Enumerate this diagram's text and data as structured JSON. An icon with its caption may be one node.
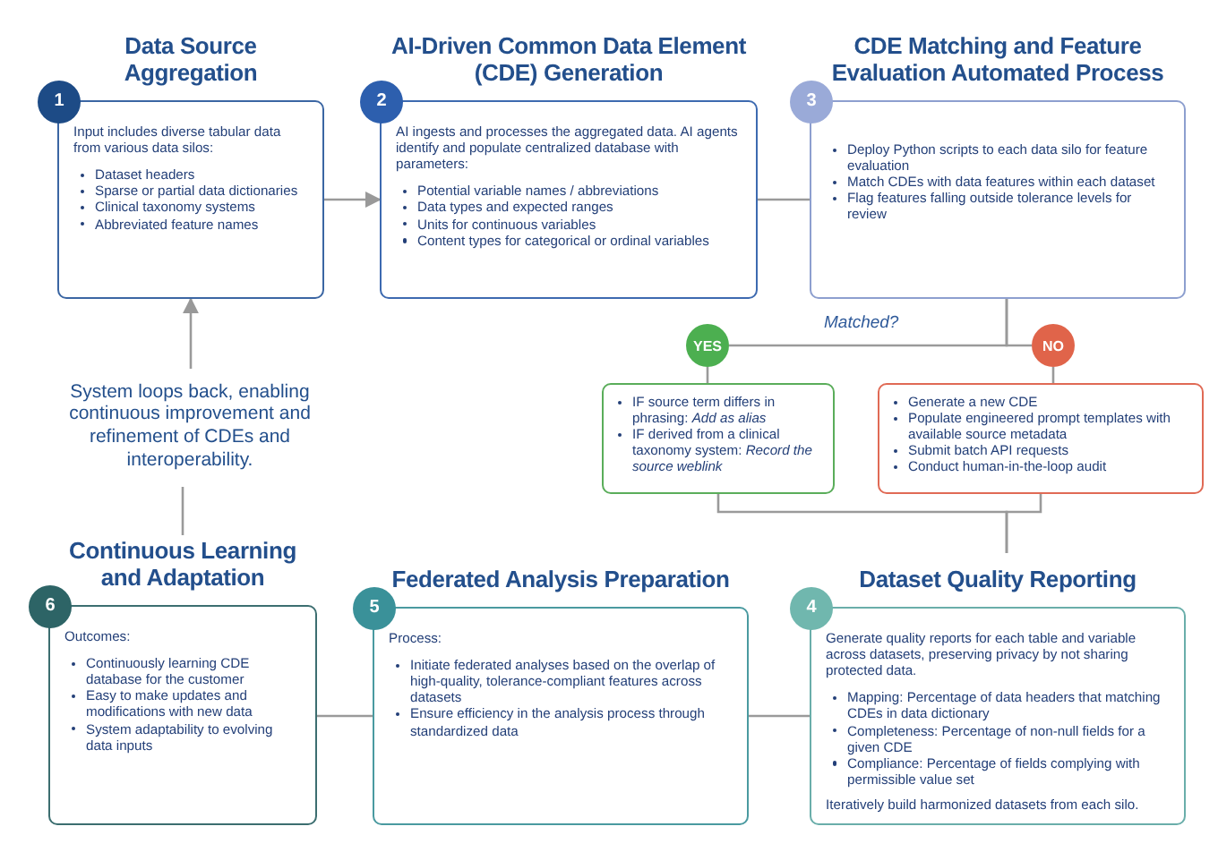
{
  "diagram": {
    "nodes": [
      {
        "text": [
          "Data Source Aggregation",
          "1",
          "Input includes diverse tabular data from various data silos:",
          "Dataset headers",
          "Sparse or partial data dictionaries",
          "Clinical taxonomy systems",
          "Abbreviated feature names"
        ]
      },
      {
        "text": [
          "AI-Driven Common Data Element (CDE) Generation",
          "2",
          "AI ingests and processes the aggregated data. AI agents identify and populate centralized database with parameters:",
          "Potential variable names / abbreviations",
          "Data types and expected ranges",
          "Units for continuous variables",
          "Content types for categorical or ordinal variables"
        ]
      },
      {
        "text": [
          "CDE Matching and Feature Evaluation Automated Process",
          "3",
          "Deploy Python scripts to each data silo for feature evaluation",
          "Match CDEs with data features within each dataset",
          "Flag features falling outside tolerance levels for review"
        ]
      },
      {
        "text": [
          "YES"
        ]
      },
      {
        "text": [
          "NO"
        ]
      },
      {
        "text": [
          "IF source term differs in phrasing: *Add as alias*",
          "IF derived from a clinical taxonomy system: *Record the source weblink*"
        ]
      },
      {
        "text": [
          "Generate a new CDE",
          "Populate engineered prompt templates with available source metadata",
          "Submit batch API requests",
          "Conduct human-in-the-loop audit"
        ]
      },
      {
        "text": [
          "System loops back, enabling continuous improvement and refinement of CDEs and interoperability."
        ]
      },
      {
        "text": [
          "Continuous Learning and Adaptation",
          "6",
          "Outcomes:",
          "Continuously learning CDE database for the customer",
          "Easy to make updates and modifications with new data",
          "System adaptability to evolving data inputs"
        ]
      },
      {
        "text": [
          "Federated Analysis Preparation",
          "5",
          "Process:",
          "Initiate federated analyses based on the overlap of high-quality, tolerance-compliant features across datasets",
          "Ensure efficiency in the analysis process through standardized data"
        ]
      },
      {
        "text": [
          "Dataset Quality Reporting",
          "4",
          "Generate quality reports for each table and variable across datasets, preserving privacy by not sharing protected data.",
          "Mapping: Percentage of data headers that matching CDEs in data dictionary",
          "Completeness: Percentage of non-null fields for a given CDE",
          "Compliance: Percentage of fields complying with permissible value set",
          "Iteratively build harmonized datasets from each silo."
        ]
      }
    ],
    "edges": [
      {
        "from": 0,
        "to": 1,
        "arrow": "to"
      },
      {
        "from": 1,
        "to": 2,
        "arrow": "none"
      },
      {
        "from": 2,
        "to": 3,
        "arrow": "none",
        "label": "Matched?"
      },
      {
        "from": 2,
        "to": 4,
        "arrow": "none"
      },
      {
        "from": 3,
        "to": 5,
        "arrow": "none"
      },
      {
        "from": 4,
        "to": 6,
        "arrow": "none"
      },
      {
        "from": 5,
        "to": 10,
        "arrow": "none"
      },
      {
        "from": 6,
        "to": 10,
        "arrow": "none"
      },
      {
        "from": 10,
        "to": 9,
        "arrow": "none"
      },
      {
        "from": 9,
        "to": 8,
        "arrow": "none"
      },
      {
        "from": 8,
        "to": 7,
        "arrow": "none"
      },
      {
        "from": 7,
        "to": 0,
        "arrow": "to"
      }
    ]
  }
}
